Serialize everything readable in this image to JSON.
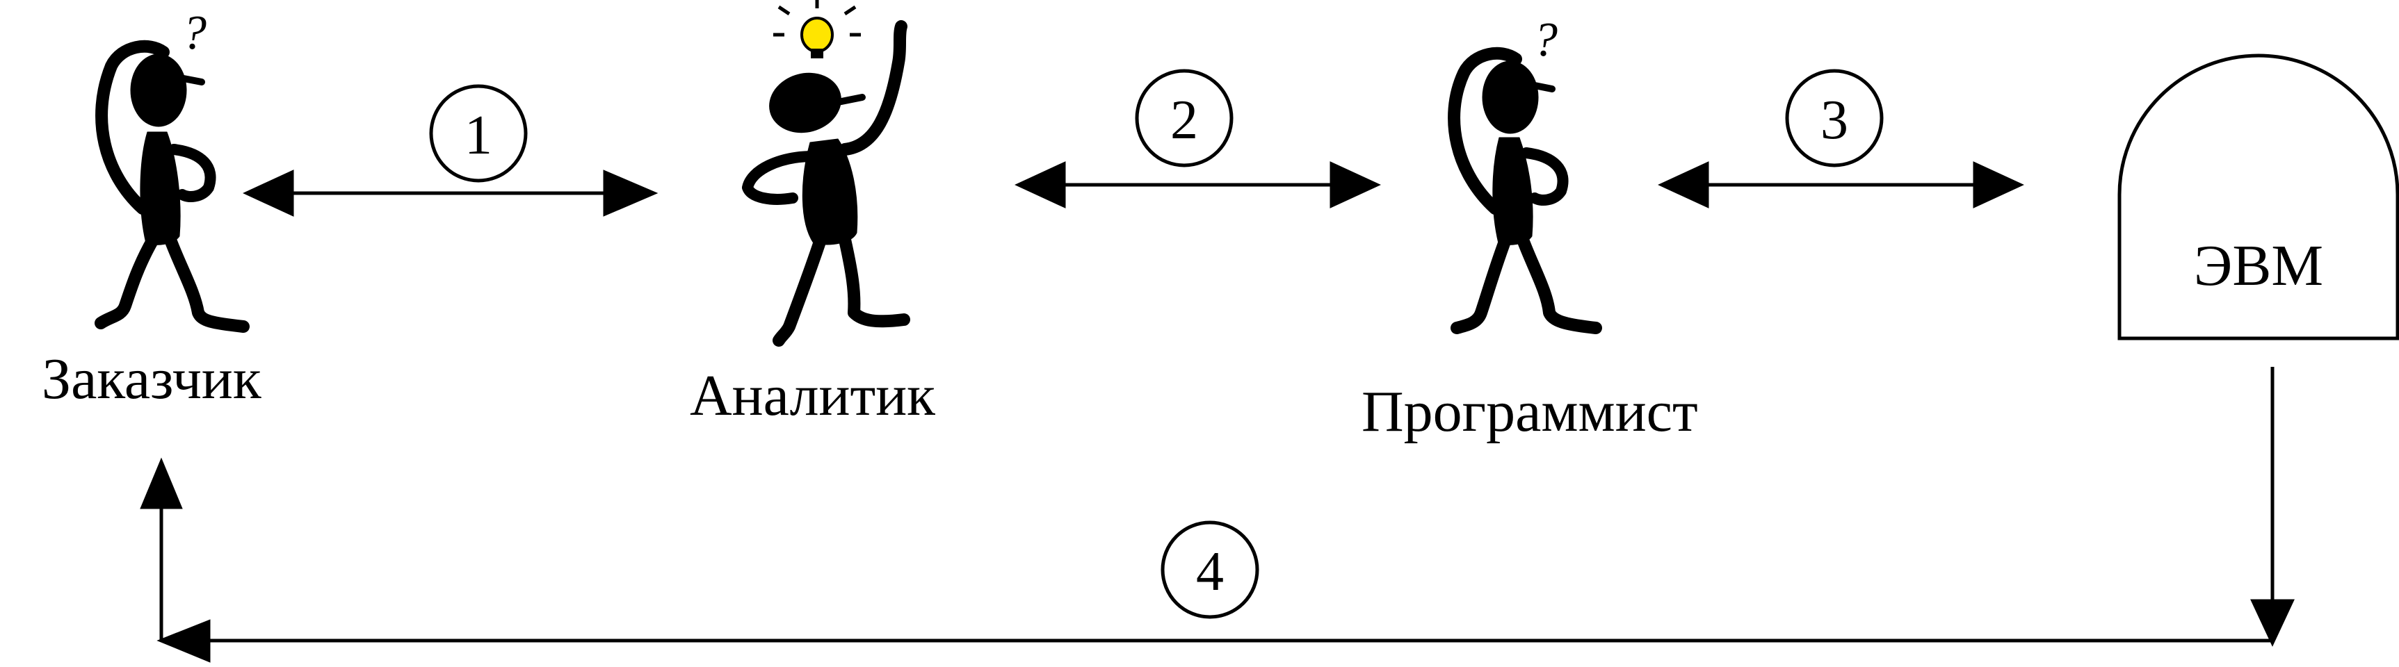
{
  "diagram": {
    "roles": {
      "customer": "Заказчик",
      "analyst": "Аналитик",
      "programmer": "Программист"
    },
    "computer_label": "ЭВМ",
    "question_mark": "?",
    "steps": [
      "1",
      "2",
      "3",
      "4"
    ],
    "colors": {
      "ink": "#000000",
      "bulb": "#FFE500",
      "background": "#FFFFFF"
    }
  }
}
